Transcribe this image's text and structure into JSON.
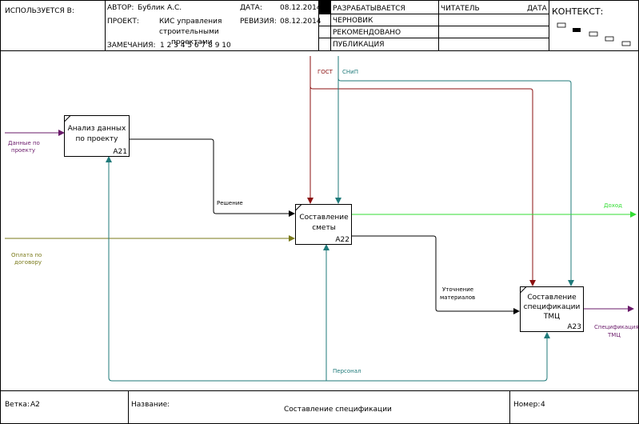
{
  "header": {
    "used_in_label": "ИСПОЛЬЗУЕТСЯ В:",
    "author_label": "АВТОР:",
    "author": "Бублик А.С.",
    "project_label": "ПРОЕКТ:",
    "project_line1": "КИС управления",
    "project_line2": "строительными",
    "project_line3": "проектами",
    "notes_label": "ЗАМЕЧАНИЯ:",
    "notes_numbers": "1 2 3 4 5 6 7 8 9 10",
    "date_label": "ДАТА:",
    "date": "08.12.2014",
    "revision_label": "РЕВИЗИЯ:",
    "revision": "08.12.2014",
    "status": [
      "РАЗРАБАТЫВАЕТСЯ",
      "ЧЕРНОВИК",
      "РЕКОМЕНДОВАНО",
      "ПУБЛИКАЦИЯ"
    ],
    "reader_label": "ЧИТАТЕЛЬ",
    "reader_date_label": "ДАТА",
    "context_label": "КОНТЕКСТ:"
  },
  "boxes": [
    {
      "line1": "Анализ данных",
      "line2": "по проекту",
      "id": "A21"
    },
    {
      "line1": "Составление",
      "line2": "сметы",
      "id": "A22"
    },
    {
      "line1": "Составление",
      "line2": "спецификации",
      "line3": "ТМЦ",
      "id": "A23"
    }
  ],
  "arrows": {
    "input1_line1": "Данные по",
    "input1_line2": "проекту",
    "input2_line1": "Оплата по",
    "input2_line2": "договору",
    "gost": "ГОСТ",
    "snip": "СНиП",
    "decision": "Решение",
    "income": "Доход",
    "refine_line1": "Уточнение",
    "refine_line2": "материалов",
    "spec_line1": "Спецификация",
    "spec_line2": "ТМЦ",
    "personnel": "Персонал"
  },
  "footer": {
    "branch_label": "Ветка:",
    "branch": "A2",
    "name_label": "Название:",
    "name": "Составление спецификации",
    "number_label": "Номер:",
    "number": "4"
  },
  "colors": {
    "gost": "#8b1010",
    "snip": "#1f7a7a",
    "income": "#33dd33",
    "oplata": "#7a7a1a",
    "purple": "#6a1a6a",
    "personnel": "#1f7a7a"
  }
}
